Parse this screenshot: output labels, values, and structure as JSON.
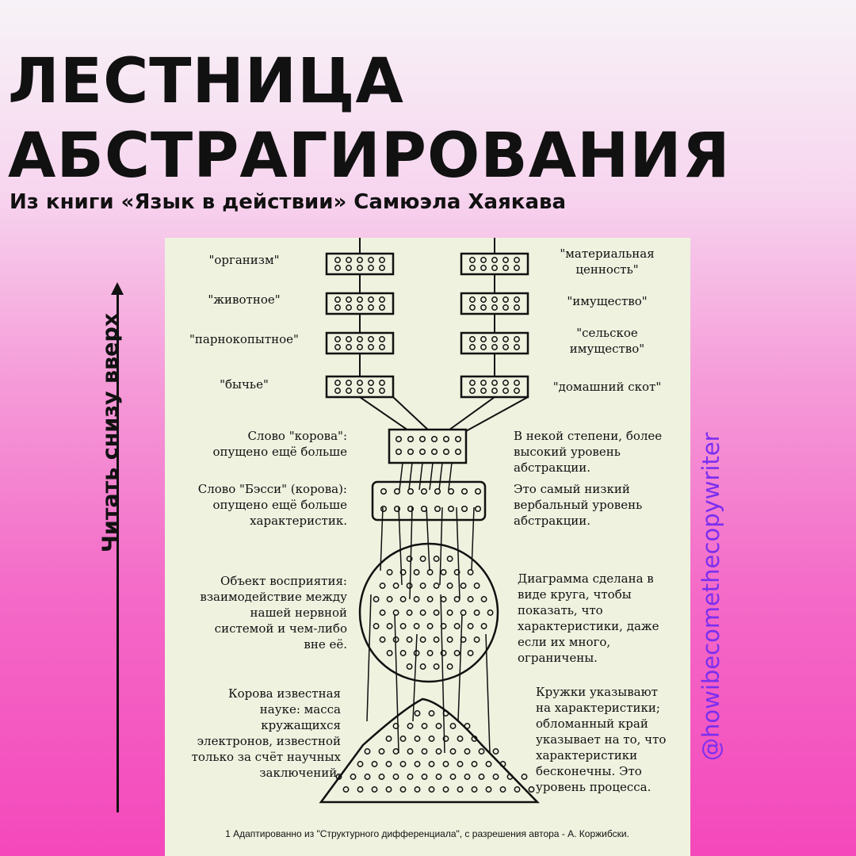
{
  "header": {
    "title_line1": "ЛЕСТНИЦА",
    "title_line2": "АБСТРАГИРОВАНИЯ",
    "subtitle": "Из книги «Язык в действии» Самюэла Хаякава"
  },
  "side_label": "Читать снизу вверх",
  "handle": "@howibecomethecopywriter",
  "diagram": {
    "left_levels": [
      "\"организм\"",
      "\"животное\"",
      "\"парнокопытное\"",
      "\"бычье\""
    ],
    "right_levels": [
      [
        "\"материальная",
        "ценность\""
      ],
      [
        "\"имущество\""
      ],
      [
        "\"сельское",
        "имущество\""
      ],
      [
        "\"домашний скот\""
      ]
    ],
    "notes": {
      "cow_left": [
        "Слово \"корова\":",
        "опущено ещё больше"
      ],
      "cow_right": [
        "В некой степени, более",
        "высокий уровень",
        "абстракции."
      ],
      "bessie_left": [
        "Слово \"Бэсси\" (корова):",
        "опущено ещё больше",
        "характеристик."
      ],
      "bessie_right": [
        "Это самый низкий",
        "вербальный уровень",
        "абстракции."
      ],
      "object_left": [
        "Объект восприятия:",
        "взаимодействие между",
        "нашей нервной",
        "системой и чем-либо",
        "вне её."
      ],
      "object_right": [
        "Диаграмма сделана в",
        "виде круга, чтобы",
        "показать, что",
        "характеристики, даже",
        "если их много,",
        "ограничены."
      ],
      "process_left": [
        "Корова известная",
        "науке: масса",
        "кружащихся",
        "электронов, известной",
        "только за счёт научных",
        "заключений."
      ],
      "process_right": [
        "Кружки указывают",
        "на характеристики;",
        "обломанный край",
        "указывает на то, что",
        "характеристики",
        "бесконечны. Это",
        "уровень процесса."
      ]
    },
    "caption": "1 Адаптированно из \"Структурного дифференциала\", с разрешения автора - А. Коржибски."
  }
}
